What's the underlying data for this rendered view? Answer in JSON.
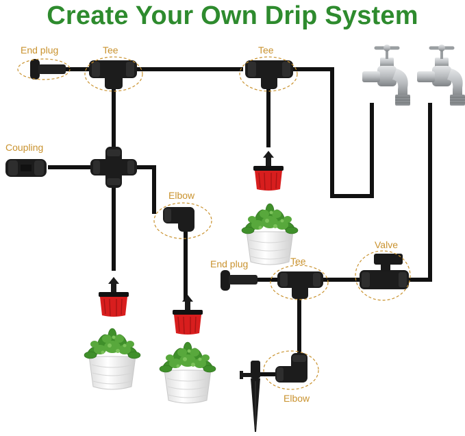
{
  "title": "Create Your Own Drip System",
  "labels": {
    "end_plug_top": "End plug",
    "tee_top_left": "Tee",
    "tee_top_right": "Tee",
    "coupling": "Coupling",
    "elbow_mid": "Elbow",
    "end_plug_bottom": "End plug",
    "tee_bottom": "Tee",
    "valve": "Valve",
    "elbow_bottom": "Elbow"
  },
  "colors": {
    "title_green": "#2e8b2e",
    "label_gold": "#c9922e",
    "tubing": "#111111",
    "dripper_red": "#d81e1e",
    "leaf_green": "#3f8f2a",
    "pot_white": "#f2f2f2",
    "faucet_silver": "#b9bcbf"
  }
}
